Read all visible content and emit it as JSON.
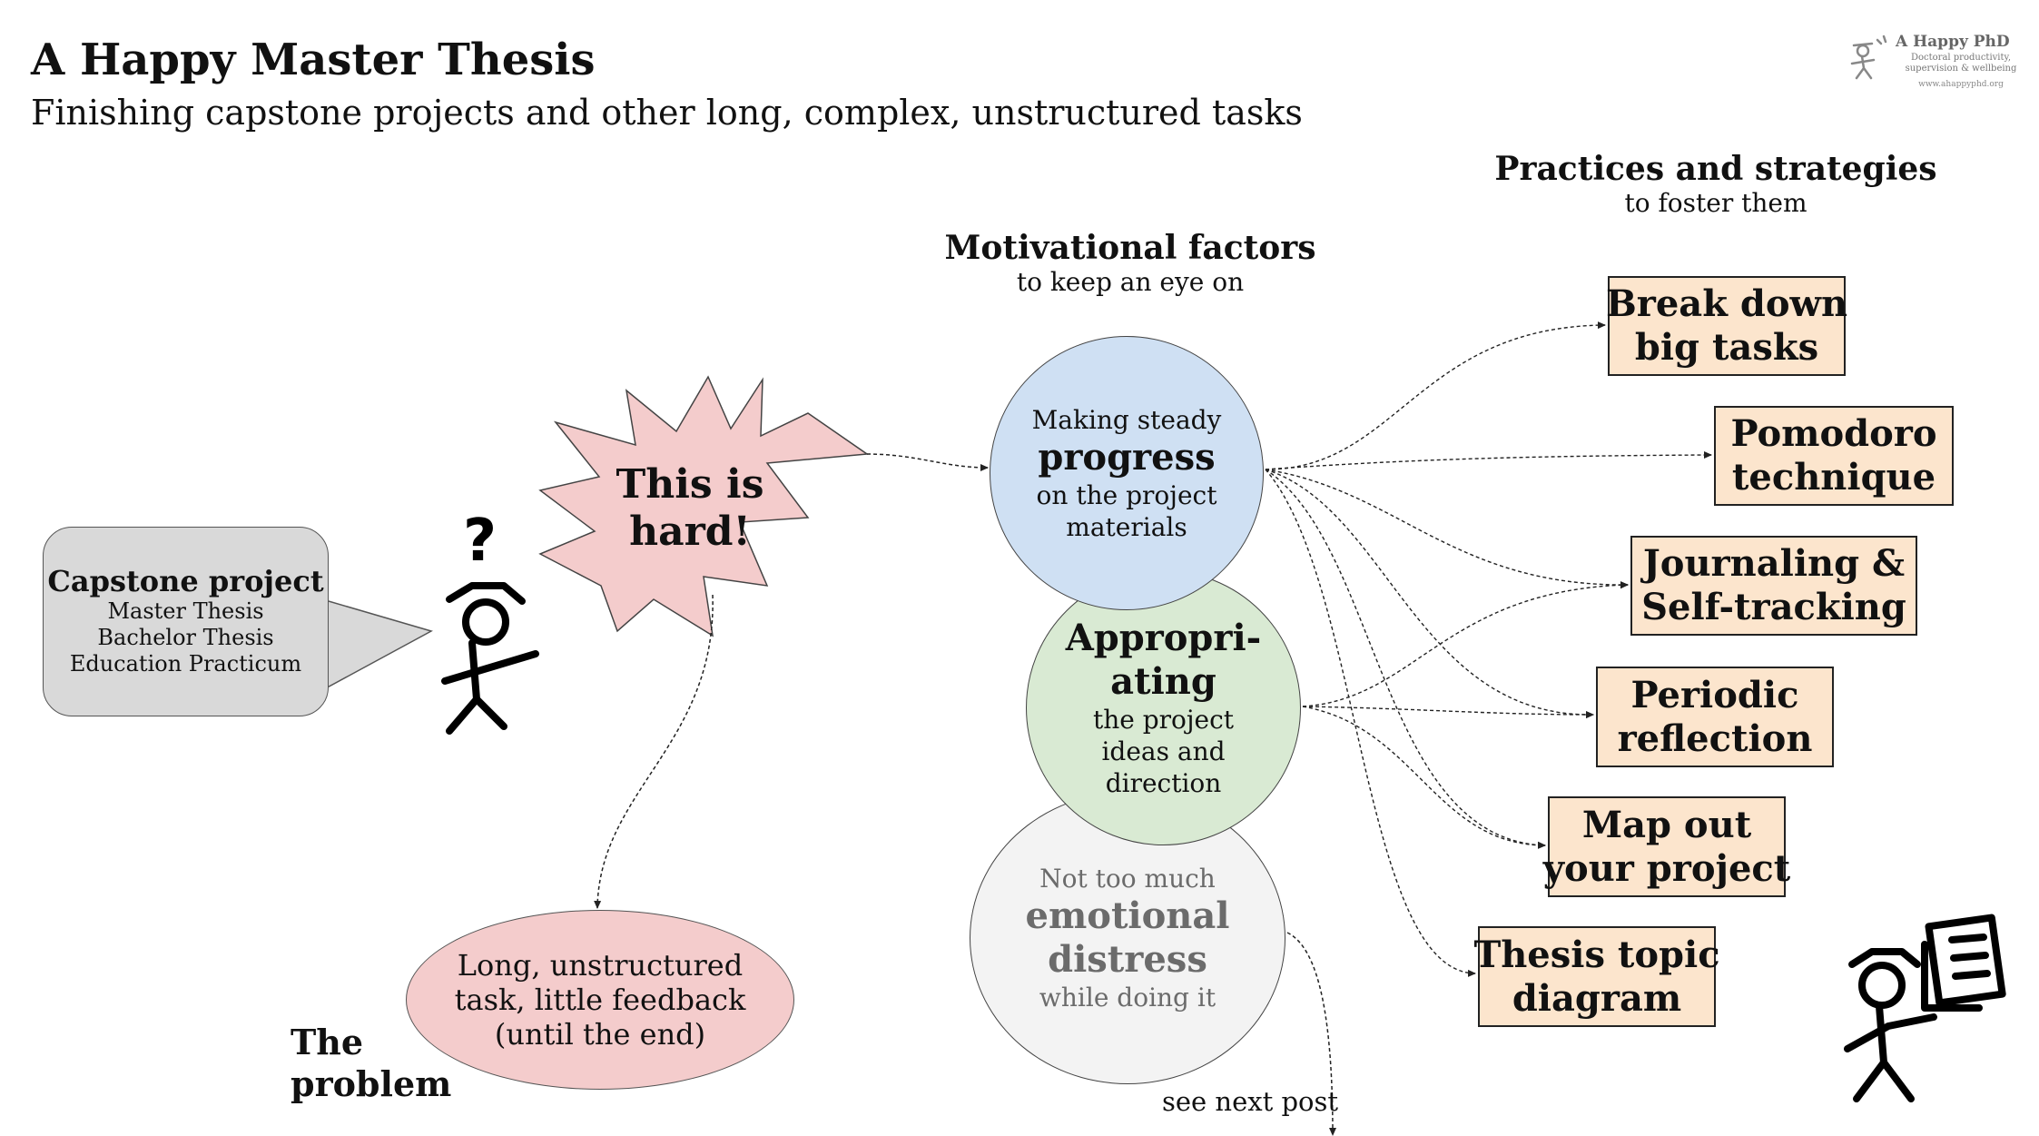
{
  "header": {
    "title": "A Happy Master Thesis",
    "subtitle": "Finishing capstone projects and other long, complex, unstructured tasks"
  },
  "logo": {
    "title": "A Happy PhD",
    "tagline": "Doctoral productivity, supervision & wellbeing",
    "url": "www.ahappyphd.org"
  },
  "practices_header": {
    "title": "Practices and strategies",
    "subtitle": "to foster them"
  },
  "motivational_header": {
    "title": "Motivational factors",
    "subtitle": "to keep an eye on"
  },
  "capstone": {
    "title": "Capstone project",
    "lines": [
      "Master Thesis",
      "Bachelor Thesis",
      "Education Practicum"
    ]
  },
  "stick_figure_mark": "?",
  "burst": {
    "line1": "This is",
    "line2": "hard!"
  },
  "factors": {
    "progress": {
      "pre": "Making steady",
      "main": "progress",
      "post1": "on the project",
      "post2": "materials"
    },
    "appropriating": {
      "main1": "Appropri-",
      "main2": "ating",
      "post1": "the project",
      "post2": "ideas and",
      "post3": "direction"
    },
    "distress": {
      "pre": "Not too much",
      "main1": "emotional",
      "main2": "distress",
      "post": "while doing it"
    }
  },
  "problem": {
    "line1": "Long, unstructured",
    "line2": "task, little feedback",
    "line3": "(until the end)",
    "label1": "The",
    "label2": "problem"
  },
  "next_post": "see next post",
  "strategies": [
    {
      "line1": "Break down",
      "line2": "big tasks"
    },
    {
      "line1": "Pomodoro",
      "line2": "technique"
    },
    {
      "line1": "Journaling &",
      "line2": "Self-tracking"
    },
    {
      "line1": "Periodic",
      "line2": "reflection"
    },
    {
      "line1": "Map out",
      "line2": "your project"
    },
    {
      "line1": "Thesis topic",
      "line2": "diagram"
    }
  ],
  "colors": {
    "progress": "#cfe0f3",
    "appropriating": "#d9ead3",
    "distress": "#f3f3f3",
    "burst": "#f4cccc",
    "problem": "#f4cccc",
    "capstone": "#d9d9d9",
    "strategy": "#fce5cd"
  },
  "icons": [
    "stick-figure-question-icon",
    "stick-figure-papers-icon",
    "logo-stick-figure-icon"
  ]
}
